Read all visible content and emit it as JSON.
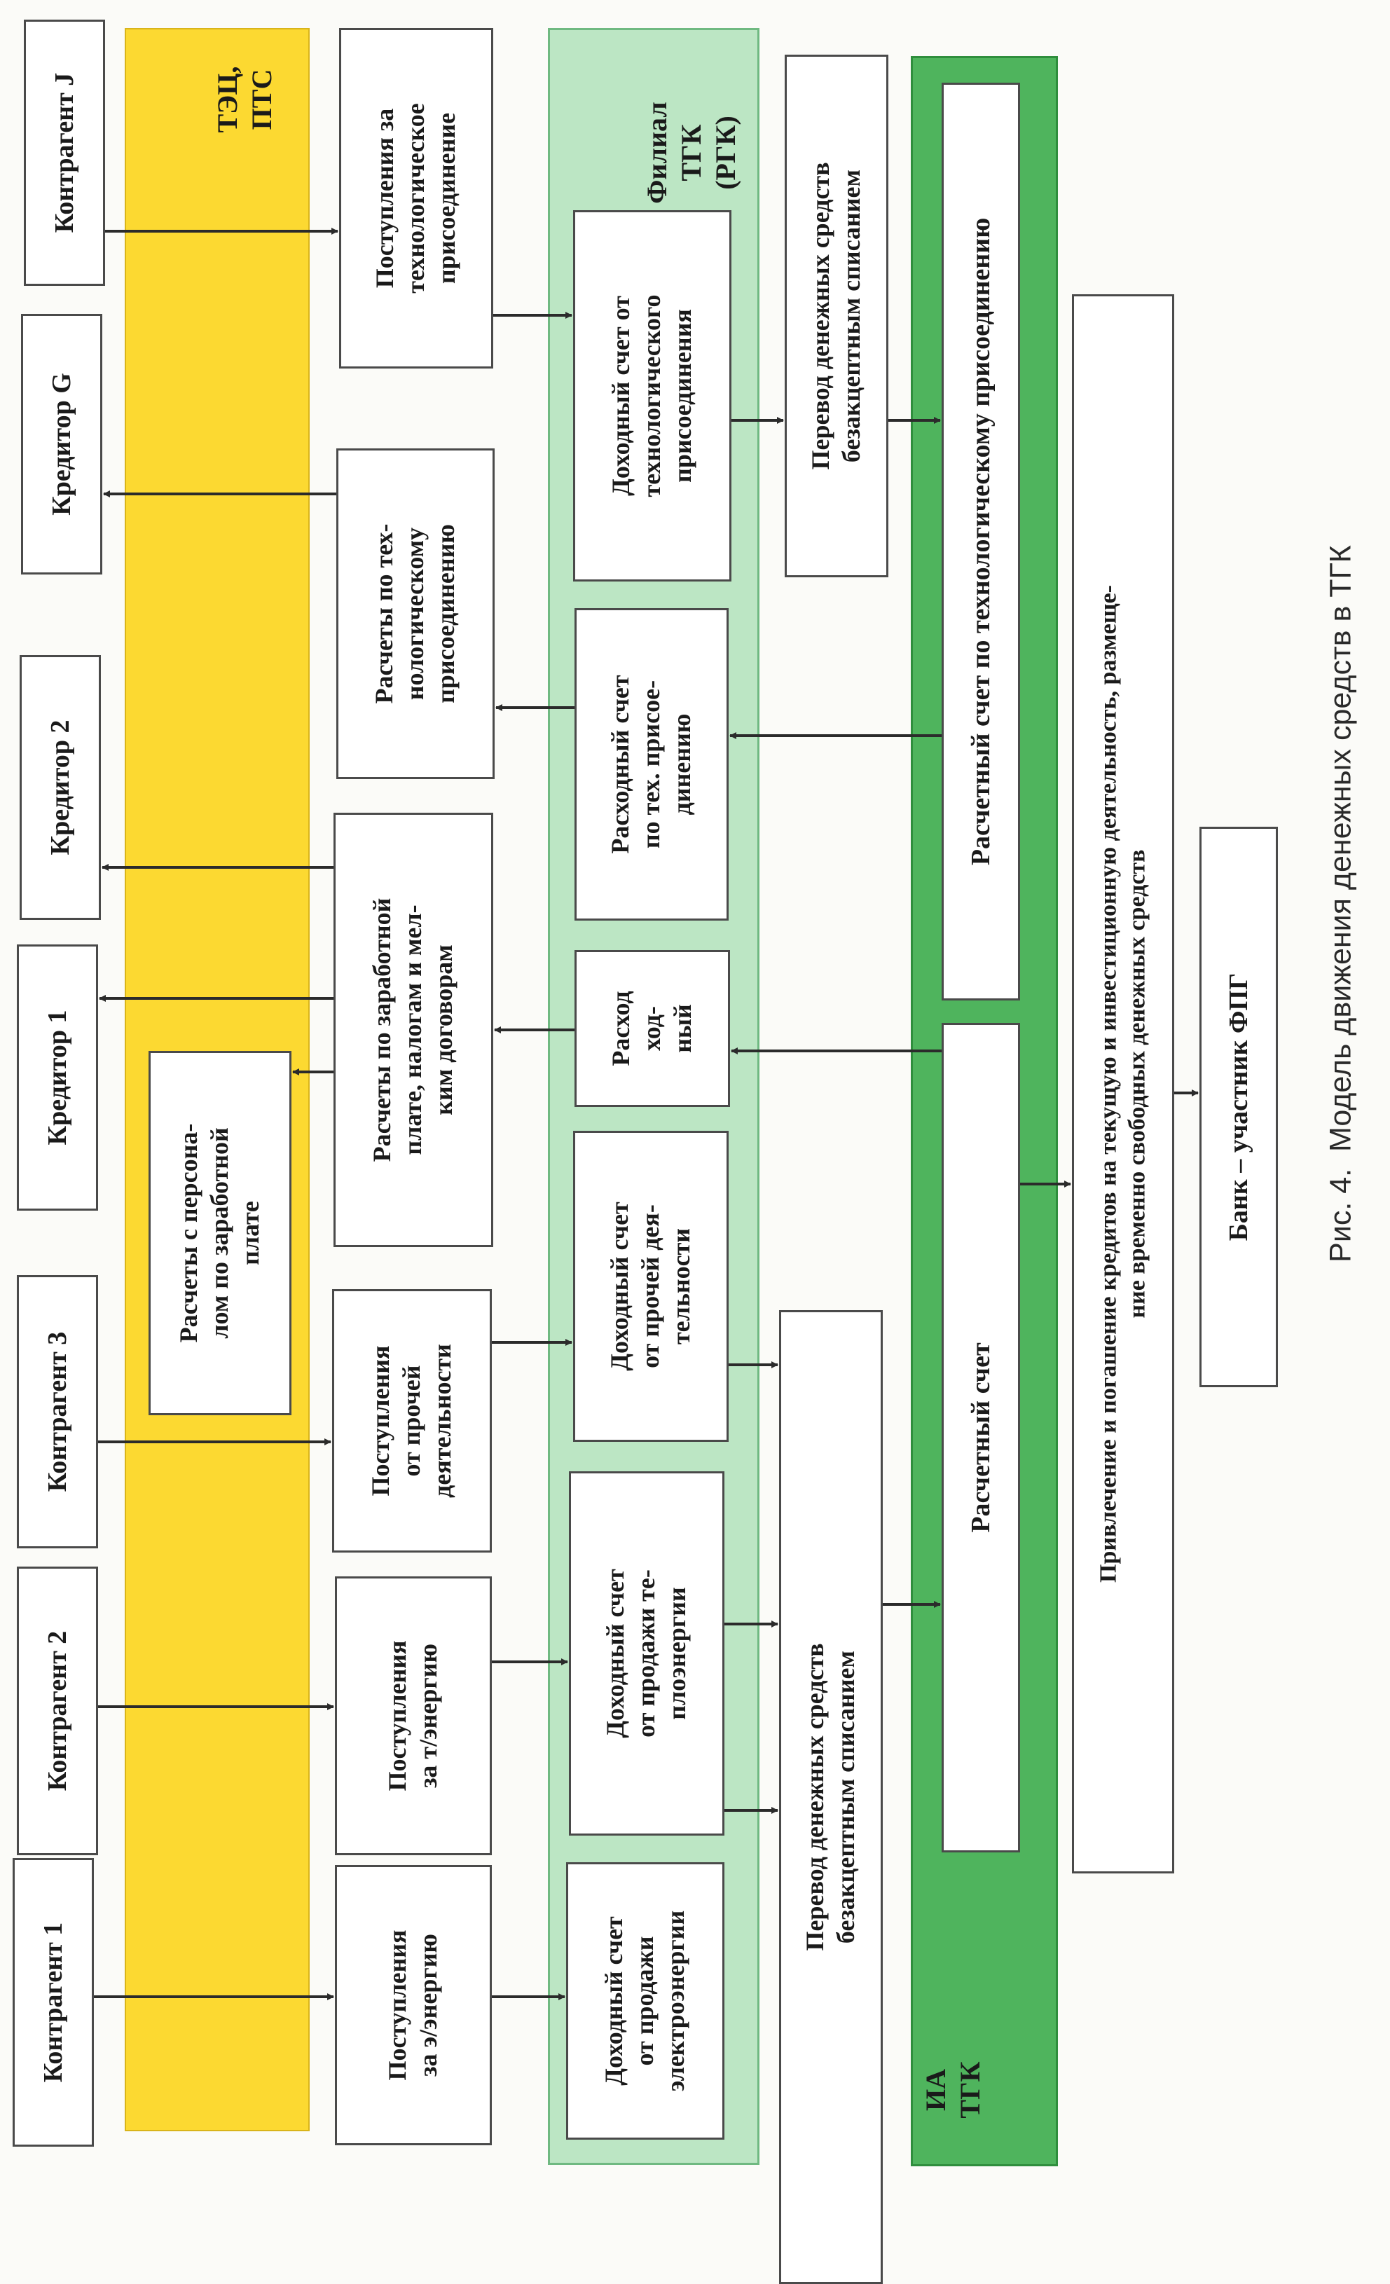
{
  "colors": {
    "yellow_band": "#fcd931",
    "light_green_band": "#bce6c4",
    "dark_green_band": "#4fb45d",
    "line": "#2b2b2b"
  },
  "bands": {
    "tec": "ТЭЦ,\nПТС",
    "filial": "Филиал\nТГК\n(РГК)",
    "ia": "ИА\nТГК"
  },
  "counterparties": {
    "k1": "Контрагент 1",
    "k2": "Контрагент 2",
    "k3": "Контрагент 3",
    "cr1": "Кредитор 1",
    "cr2": "Кредитор 2",
    "crg": "Кредитор G",
    "kj": "Контрагент J"
  },
  "receipts": {
    "electro": "Поступления\nза э/энергию",
    "thermo": "Поступления\nза т/энергию",
    "other": "Поступления\nот прочей\nдеятельности",
    "payroll_settle": "Расчеты по заработной\nплате, налогам и мел-\nким договорам",
    "personnel": "Расчеты с персона-\nлом по заработной\nплате",
    "tech_settle": "Расчеты по тех-\nнологическому\nприсоединению",
    "tech_receipts": "Поступления за\nтехнологическое\nприсоединение"
  },
  "accounts": {
    "inc_electro": "Доходный счет\nот продажи\nэлектроэнергии",
    "inc_thermo": "Доходный счет\nот продажи те-\nплоэнергии",
    "inc_other": "Доходный счет\nот прочей дея-\nтельности",
    "expense": "Расход\nход-\nный",
    "exp_tech": "Расходный счет\nпо тех. присое-\nдинению",
    "inc_tech": "Доходный счет от\nтехнологического\nприсоединения"
  },
  "transfers": {
    "left": "Перевод денежных средств\nбезакцептным списанием",
    "right": "Перевод денежных средств\nбезакцептным списанием"
  },
  "settlement": {
    "main": "Расчетный счет",
    "tech": "Расчетный счет по технологическому присоединению"
  },
  "credit": "Привлечение и погашение кредитов на текущую и инвестиционную деятельность, размеще-\nние временно свободных денежных средств",
  "bank": "Банк – участник ФПГ",
  "caption": "Рис. 4.  Модель движения денежных средств в ТГК"
}
